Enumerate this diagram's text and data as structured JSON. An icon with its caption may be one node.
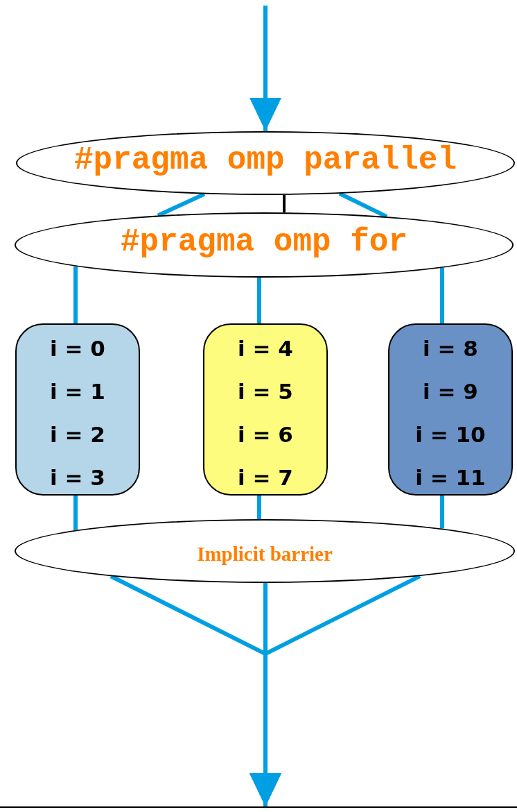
{
  "diagram": {
    "nodes": [
      {
        "text": [
          "#pragma omp parallel"
        ]
      },
      {
        "text": [
          "#pragma omp for"
        ]
      },
      {
        "text": [
          "i = 0",
          "i = 1",
          "i = 2",
          "i = 3"
        ]
      },
      {
        "text": [
          "i = 4",
          "i = 5",
          "i = 6",
          "i = 7"
        ]
      },
      {
        "text": [
          "i = 8",
          "i = 9",
          "i = 10",
          "i = 11"
        ]
      },
      {
        "text": [
          "Implicit barrier"
        ]
      },
      {
        "text": [],
        "shape": "bar"
      }
    ],
    "edges": [
      {
        "from": null,
        "to": 0,
        "arrow": "to"
      },
      {
        "from": 0,
        "to": 1,
        "arrow": "none"
      },
      {
        "from": 0,
        "to": 1,
        "arrow": "none",
        "color": "#000000"
      },
      {
        "from": 0,
        "to": 1,
        "arrow": "none"
      },
      {
        "from": 1,
        "to": 2,
        "arrow": "none"
      },
      {
        "from": 1,
        "to": 3,
        "arrow": "none"
      },
      {
        "from": 1,
        "to": 4,
        "arrow": "none"
      },
      {
        "from": 2,
        "to": 5,
        "arrow": "none"
      },
      {
        "from": 3,
        "to": 5,
        "arrow": "none"
      },
      {
        "from": 4,
        "to": 5,
        "arrow": "none"
      },
      {
        "from": 5,
        "to": 6,
        "arrow": "to"
      },
      {
        "from": 5,
        "to": 6,
        "arrow": "to"
      },
      {
        "from": 5,
        "to": 6,
        "arrow": "to"
      }
    ]
  }
}
